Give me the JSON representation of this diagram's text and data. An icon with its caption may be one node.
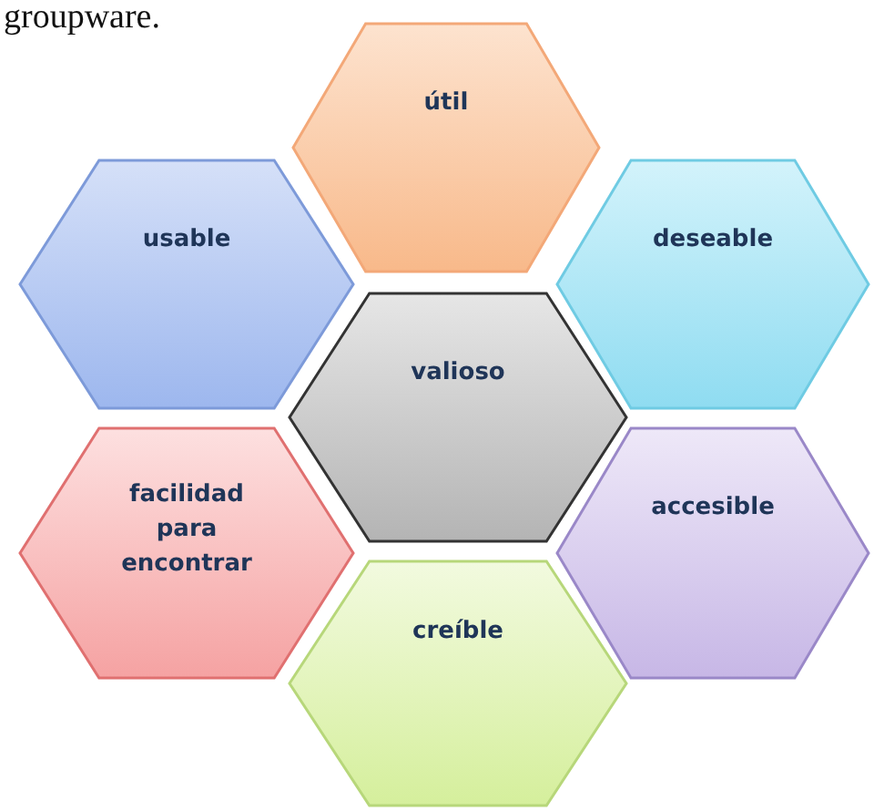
{
  "diagram": {
    "nodes": [
      {
        "text": [
          "útil"
        ]
      },
      {
        "text": [
          "usable"
        ]
      },
      {
        "text": [
          "deseable"
        ]
      },
      {
        "text": [
          "valioso"
        ]
      },
      {
        "text": [
          "facilidad para encontrar"
        ]
      },
      {
        "text": [
          "accesible"
        ]
      },
      {
        "text": [
          "creíble"
        ]
      }
    ],
    "labels": [
      "groupware."
    ]
  }
}
